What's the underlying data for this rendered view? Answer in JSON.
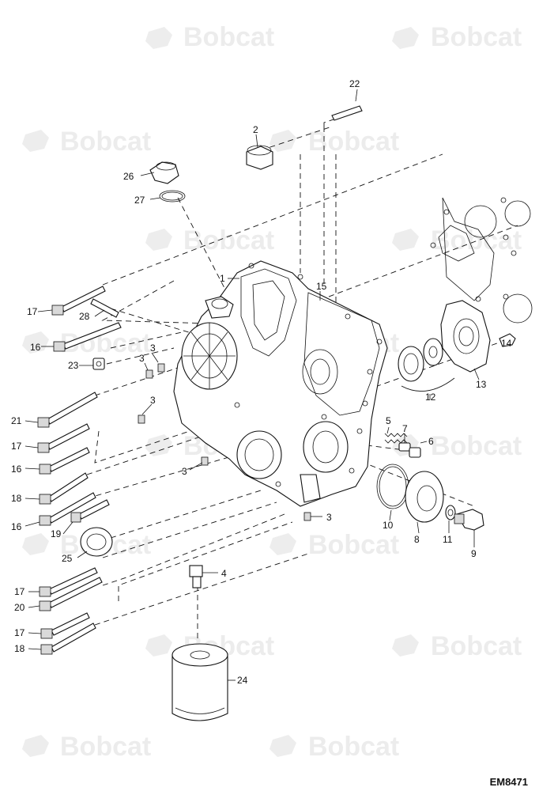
{
  "watermark": {
    "text": "Bobcat"
  },
  "drawing_id": "EM8471",
  "callouts": {
    "c1": "1",
    "c2": "2",
    "c3a": "3",
    "c3b": "3",
    "c3c": "3",
    "c3d": "3",
    "c3e": "3",
    "c4": "4",
    "c5": "5",
    "c6": "6",
    "c7": "7",
    "c8": "8",
    "c9": "9",
    "c10": "10",
    "c11": "11",
    "c12": "12",
    "c13": "13",
    "c14": "14",
    "c15": "15",
    "c16a": "16",
    "c16b": "16",
    "c16c": "16",
    "c17a": "17",
    "c17b": "17",
    "c17c": "17",
    "c17d": "17",
    "c18a": "18",
    "c18b": "18",
    "c19": "19",
    "c20": "20",
    "c21": "21",
    "c22": "22",
    "c23": "23",
    "c24": "24",
    "c25": "25",
    "c26": "26",
    "c27": "27",
    "c28": "28"
  }
}
